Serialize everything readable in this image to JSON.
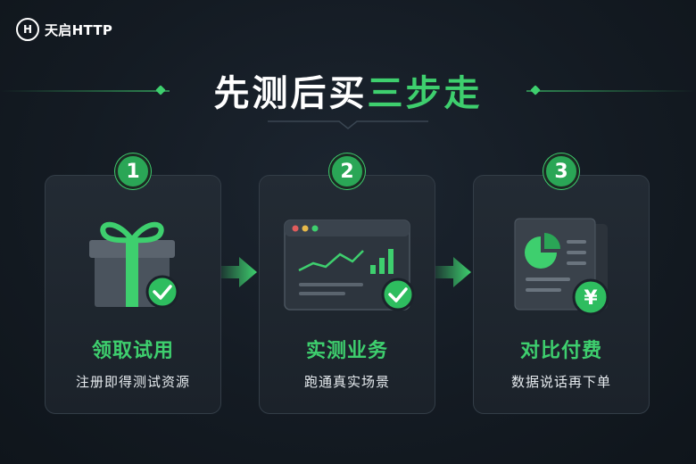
{
  "brand": {
    "logo_mark": "H",
    "name": "天启HTTP"
  },
  "headline": {
    "part_white": "先测后买",
    "part_green": "三步走"
  },
  "steps": [
    {
      "number": "1",
      "title": "领取试用",
      "subtitle": "注册即得测试资源",
      "icon": "gift-icon"
    },
    {
      "number": "2",
      "title": "实测业务",
      "subtitle": "跑通真实场景",
      "icon": "dashboard-chart-icon"
    },
    {
      "number": "3",
      "title": "对比付费",
      "subtitle": "数据说话再下单",
      "icon": "report-payment-icon"
    }
  ],
  "icon_text": {
    "currency": "¥"
  },
  "colors": {
    "accent": "#3ecf6e",
    "background": "#141b23",
    "card": "#1f262e"
  }
}
